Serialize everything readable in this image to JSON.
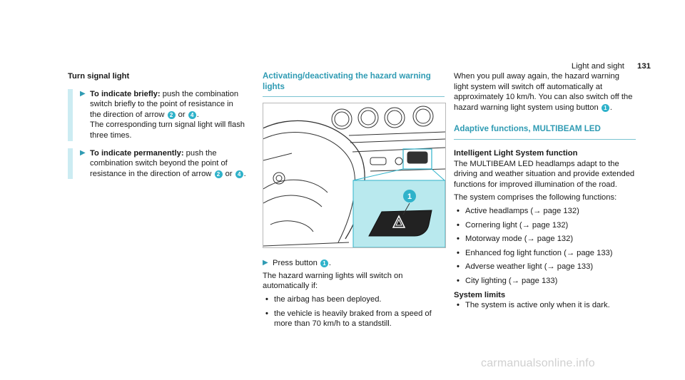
{
  "header": {
    "section": "Light and sight",
    "page": "131"
  },
  "col1": {
    "heading": "Turn signal light",
    "step1": {
      "bold": "To indicate briefly:",
      "t1": " push the combination switch briefly to the point of resistance in the direction of arrow ",
      "n1": "2",
      "t2": " or ",
      "n2": "4",
      "t3": ".",
      "t4": "The corresponding turn signal light will flash three times."
    },
    "step2": {
      "bold": "To indicate permanently:",
      "t1": " push the combination switch beyond the point of resistance in the direction of arrow ",
      "n1": "2",
      "t2": " or ",
      "n2": "4",
      "t3": "."
    }
  },
  "col2": {
    "heading": "Activating/deactivating the hazard warning lights",
    "callout": "1",
    "step": {
      "t1": "Press button ",
      "n1": "1",
      "t2": "."
    },
    "intro": "The hazard warning lights will switch on automatically if:",
    "bullets": [
      "the airbag has been deployed.",
      "the vehicle is heavily braked from a speed of more than 70 km/h to a standstill."
    ]
  },
  "col3": {
    "para": {
      "t1": "When you pull away again, the hazard warning light system will switch off automatically at approximately 10 km/h. You can also switch off the hazard warning light system using button ",
      "n1": "1",
      "t2": "."
    },
    "heading": "Adaptive functions, MULTIBEAM LED",
    "subheading": "Intelligent Light System function",
    "p1": "The MULTIBEAM LED headlamps adapt to the driving and weather situation and provide extended functions for improved illumination of the road.",
    "p2": "The system comprises the following functions:",
    "functions": [
      {
        "label": "Active headlamps (",
        "ref": "→ page 132)"
      },
      {
        "label": "Cornering light (",
        "ref": "→ page 132)"
      },
      {
        "label": "Motorway mode (",
        "ref": "→ page 132)"
      },
      {
        "label": "Enhanced fog light function (",
        "ref": "→ page 133)"
      },
      {
        "label": "Adverse weather light (",
        "ref": "→ page 133)"
      },
      {
        "label": "City lighting (",
        "ref": "→ page 133)"
      }
    ],
    "limits_heading": "System limits",
    "limits": [
      "The system is active only when it is dark."
    ]
  },
  "watermark": "carmanualsonline.info",
  "colors": {
    "accent": "#2f9bb3",
    "bar": "#ccecf2",
    "inset": "#b9e9ee"
  }
}
